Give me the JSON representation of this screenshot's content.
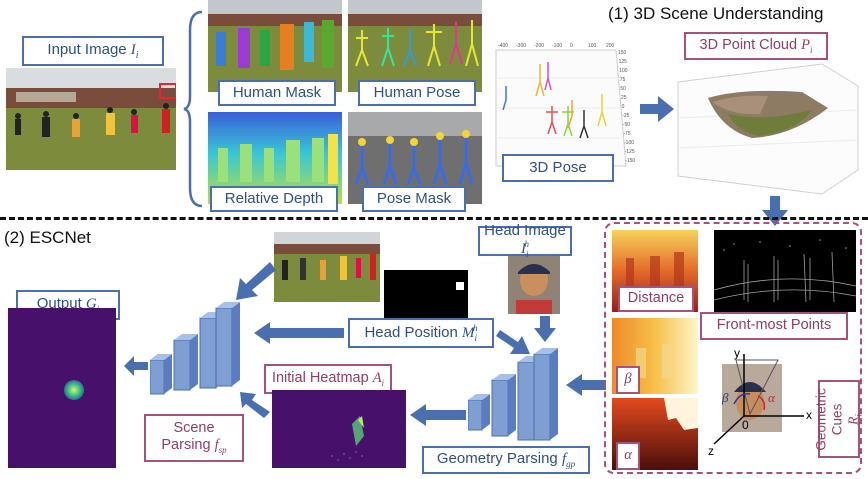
{
  "section1_title": "(1) 3D Scene Understanding",
  "section2_title": "(2) ESCNet",
  "labels": {
    "input_image": "Input Image",
    "input_image_sym": "I",
    "input_image_sub": "i",
    "human_mask": "Human Mask",
    "human_pose": "Human Pose",
    "relative_depth": "Relative Depth",
    "pose_mask": "Pose Mask",
    "pose_3d": "3D Pose",
    "point_cloud": "3D Point Cloud",
    "point_cloud_sym": "P",
    "point_cloud_sub": "i",
    "head_image": "Head Image",
    "head_image_sym": "I",
    "head_image_sub": "i",
    "head_image_sup": "h",
    "head_position": "Head Position",
    "head_position_sym": "M",
    "head_position_sub": "i",
    "head_position_sup": "h",
    "output": "Output",
    "output_sym": "G",
    "output_sub": "i",
    "initial_heatmap": "Initial Heatmap",
    "initial_heatmap_sym": "A",
    "initial_heatmap_sub": "i",
    "scene_parsing_line1": "Scene",
    "scene_parsing_line2": "Parsing",
    "scene_parsing_sym": "f",
    "scene_parsing_sub": "sp",
    "geometry_parsing": "Geometry Parsing",
    "geometry_parsing_sym": "f",
    "geometry_parsing_sub": "gp",
    "distance": "Distance",
    "front_most": "Front-most Points",
    "beta": "β",
    "alpha": "α",
    "geometric_cues_line1": "Geometric",
    "geometric_cues_line2": "Cues",
    "geometric_cues_sym": "R",
    "geometric_cues_sub": "i"
  },
  "axis_labels": {
    "y": "y",
    "x": "x",
    "z": "z",
    "origin": "0",
    "beta": "β",
    "alpha": "α"
  },
  "pose3d_x_ticks": [
    "-400",
    "-300",
    "-200",
    "-100",
    "0",
    "100",
    "200"
  ],
  "pose3d_y_ticks": [
    "150",
    "125",
    "100",
    "75",
    "50",
    "25",
    "0",
    "-25",
    "-50",
    "-75",
    "-100",
    "-125",
    "-150"
  ],
  "colors": {
    "blue_border": "#4a6fae",
    "pink_border": "#a3537c",
    "arrow": "#4a6fae",
    "net_front": "#7f9fd3",
    "net_side": "#5a7cc0"
  }
}
